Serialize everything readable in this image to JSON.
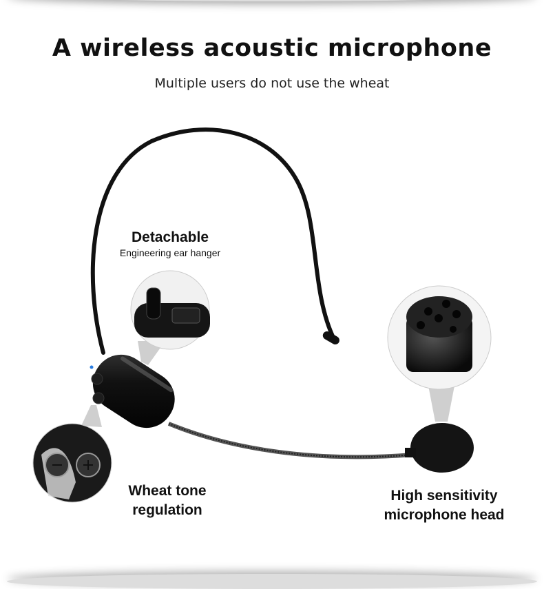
{
  "title": "A wireless acoustic microphone",
  "subtitle": "Multiple users do not use the wheat",
  "callouts": {
    "ear_hanger": {
      "title": "Detachable",
      "subtitle": "Engineering ear hanger"
    },
    "tone": {
      "line1": "Wheat tone",
      "line2": "regulation"
    },
    "mic_head": {
      "line1": "High sensitivity",
      "line2": "microphone head"
    }
  },
  "colors": {
    "body": "#111111",
    "indicator": "#2a7de1",
    "background": "#ffffff"
  }
}
